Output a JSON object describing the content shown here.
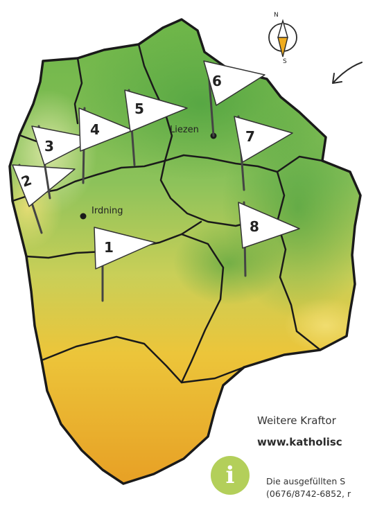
{
  "colors": {
    "green": "#6cb548",
    "light_green": "#c9df8f",
    "yellow": "#ecc53a",
    "orange": "#e7a025",
    "border": "#1a1a1a",
    "info_icon": "#b3cf5a"
  },
  "compass": {
    "north": "N",
    "south": "S"
  },
  "places": [
    {
      "name": "Liezen"
    },
    {
      "name": "Irdning"
    }
  ],
  "flags": [
    {
      "number": "1"
    },
    {
      "number": "2"
    },
    {
      "number": "3"
    },
    {
      "number": "4"
    },
    {
      "number": "5"
    },
    {
      "number": "6"
    },
    {
      "number": "7"
    },
    {
      "number": "8"
    }
  ],
  "footer": {
    "line1": "Weitere Kraftor",
    "line2": "www.katholisc",
    "info_line1": "Die ausgefüllten S",
    "info_line2": "(0676/8742-6852, r",
    "info_icon": "info-icon"
  }
}
